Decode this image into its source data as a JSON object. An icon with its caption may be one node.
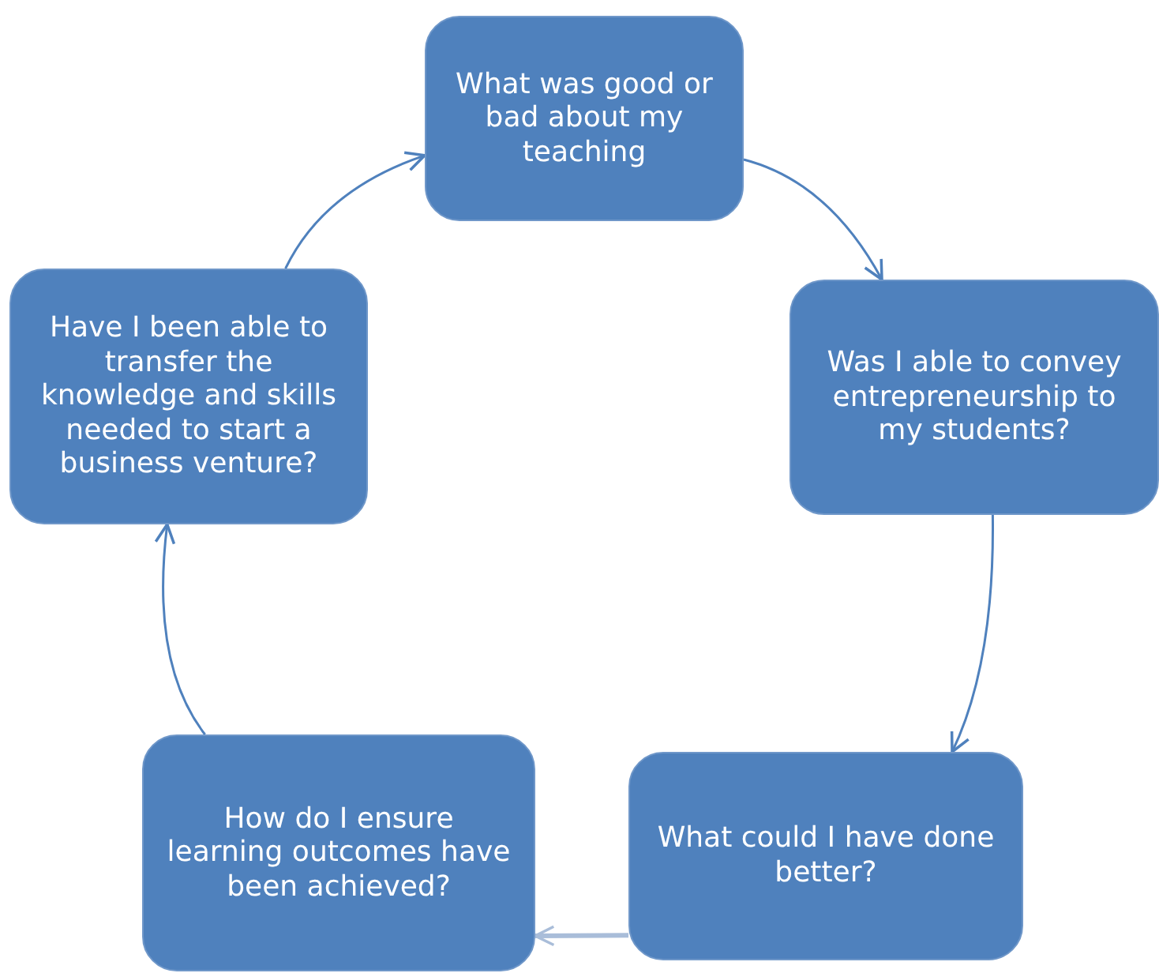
{
  "diagram": {
    "nodes": [
      {
        "text": [
          "What was good or bad about my teaching"
        ]
      },
      {
        "text": [
          "Was I able to convey entrepreneurship to my students?"
        ]
      },
      {
        "text": [
          "What could I have done better?"
        ]
      },
      {
        "text": [
          "How do I ensure learning outcomes have been achieved?"
        ]
      },
      {
        "text": [
          "Have I been able to transfer the knowledge and skills needed to start a business venture?"
        ]
      }
    ],
    "edges": [
      {
        "from": 0,
        "to": 1,
        "arrow": "to"
      },
      {
        "from": 1,
        "to": 2,
        "arrow": "to"
      },
      {
        "from": 2,
        "to": 3,
        "arrow": "to",
        "style": "thick",
        "color": "#a9bdd9"
      },
      {
        "from": 3,
        "to": 4,
        "arrow": "to"
      },
      {
        "from": 4,
        "to": 0,
        "arrow": "to"
      }
    ]
  }
}
